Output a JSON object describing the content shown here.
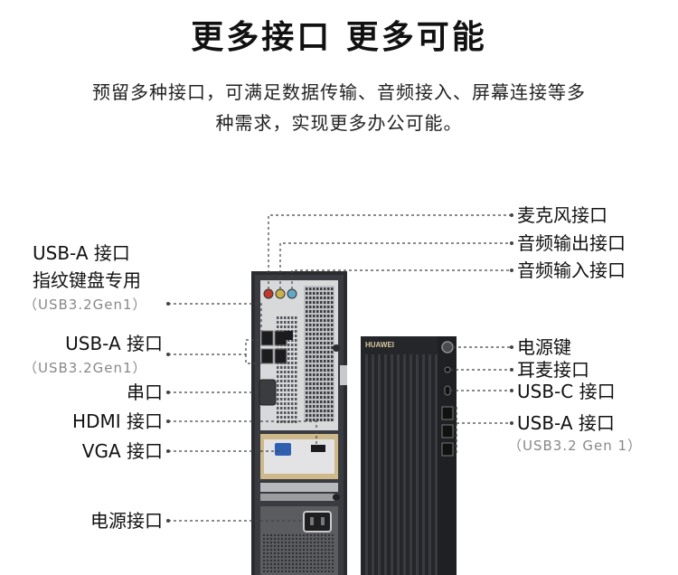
{
  "heading": "更多接口 更多可能",
  "description": {
    "line1": "预留多种接口，可满足数据传输、音频接入、屏幕连接等多",
    "line2": "种需求，实现更多办公可能。"
  },
  "brand_text": "HUAWEI",
  "left_labels": {
    "usb_a_fingerprint_line1": "USB-A 接口",
    "usb_a_fingerprint_line2": "指纹键盘专用",
    "usb_a_fingerprint_spec": "（USB3.2Gen1）",
    "usb_a": "USB-A 接口",
    "usb_a_spec": "（USB3.2Gen1）",
    "serial": "串口",
    "hdmi": "HDMI 接口",
    "vga": "VGA 接口",
    "power_port": "电源接口"
  },
  "right_labels": {
    "mic": "麦克风接口",
    "audio_out": "音频输出接口",
    "audio_in": "音频输入接口",
    "power_key": "电源键",
    "headset": "耳麦接口",
    "usb_c": "USB-C 接口",
    "usb_a": "USB-A 接口",
    "usb_a_spec": "（USB3.2 Gen 1）"
  },
  "colors": {
    "mic_port": "#c0392b",
    "audio_out_port": "#c9b24a",
    "audio_in_port": "#5fa8c8",
    "vga_port": "#2f5fb0",
    "chassis": "#2a2b2f",
    "leader_line": "#444444"
  }
}
